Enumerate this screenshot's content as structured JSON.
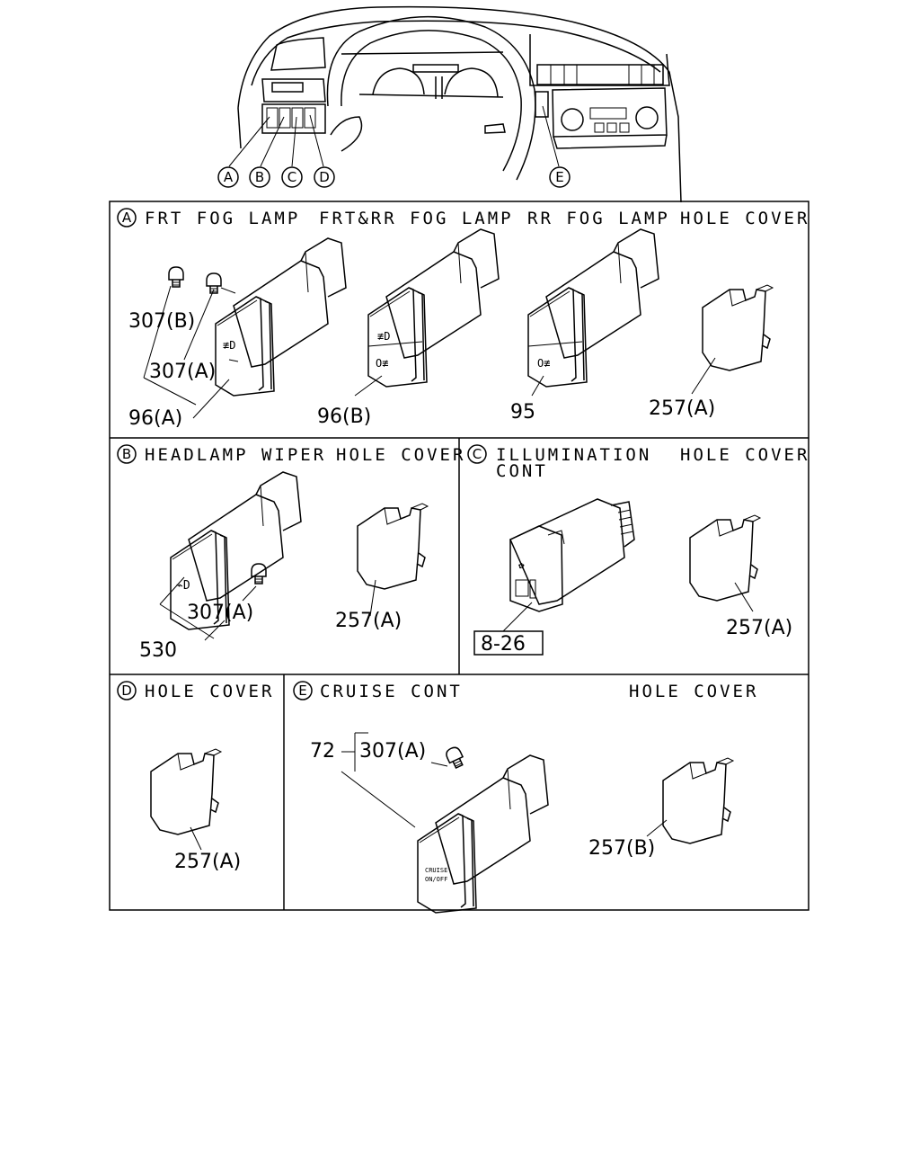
{
  "callouts": {
    "a": "A",
    "b": "B",
    "c": "C",
    "d": "D",
    "e": "E"
  },
  "sections": {
    "a": {
      "letter": "A",
      "headers": [
        "FRT FOG LAMP",
        "FRT&RR FOG LAMP",
        "RR FOG LAMP",
        "HOLE COVER"
      ],
      "labels": {
        "p307b": "307(B)",
        "p307a": "307(A)",
        "p96a": "96(A)",
        "p96b": "96(B)",
        "p95": "95",
        "p257a": "257(A)"
      }
    },
    "b": {
      "letter": "B",
      "headers": [
        "HEADLAMP WIPER",
        "HOLE COVER"
      ],
      "labels": {
        "p307a": "307(A)",
        "p530": "530",
        "p257a": "257(A)"
      }
    },
    "c": {
      "letter": "C",
      "headers": [
        "ILLUMINATION",
        "CONT",
        "HOLE COVER"
      ],
      "labels": {
        "ref": "8-26",
        "p257a": "257(A)"
      }
    },
    "d": {
      "letter": "D",
      "headers": [
        "HOLE COVER"
      ],
      "labels": {
        "p257a": "257(A)"
      }
    },
    "e": {
      "letter": "E",
      "headers": [
        "CRUISE CONT",
        "HOLE COVER"
      ],
      "labels": {
        "p72": "72",
        "p307a": "307(A)",
        "p257b": "257(B)"
      },
      "switch_text": [
        "CRUISE",
        "ON/OFF"
      ]
    }
  }
}
